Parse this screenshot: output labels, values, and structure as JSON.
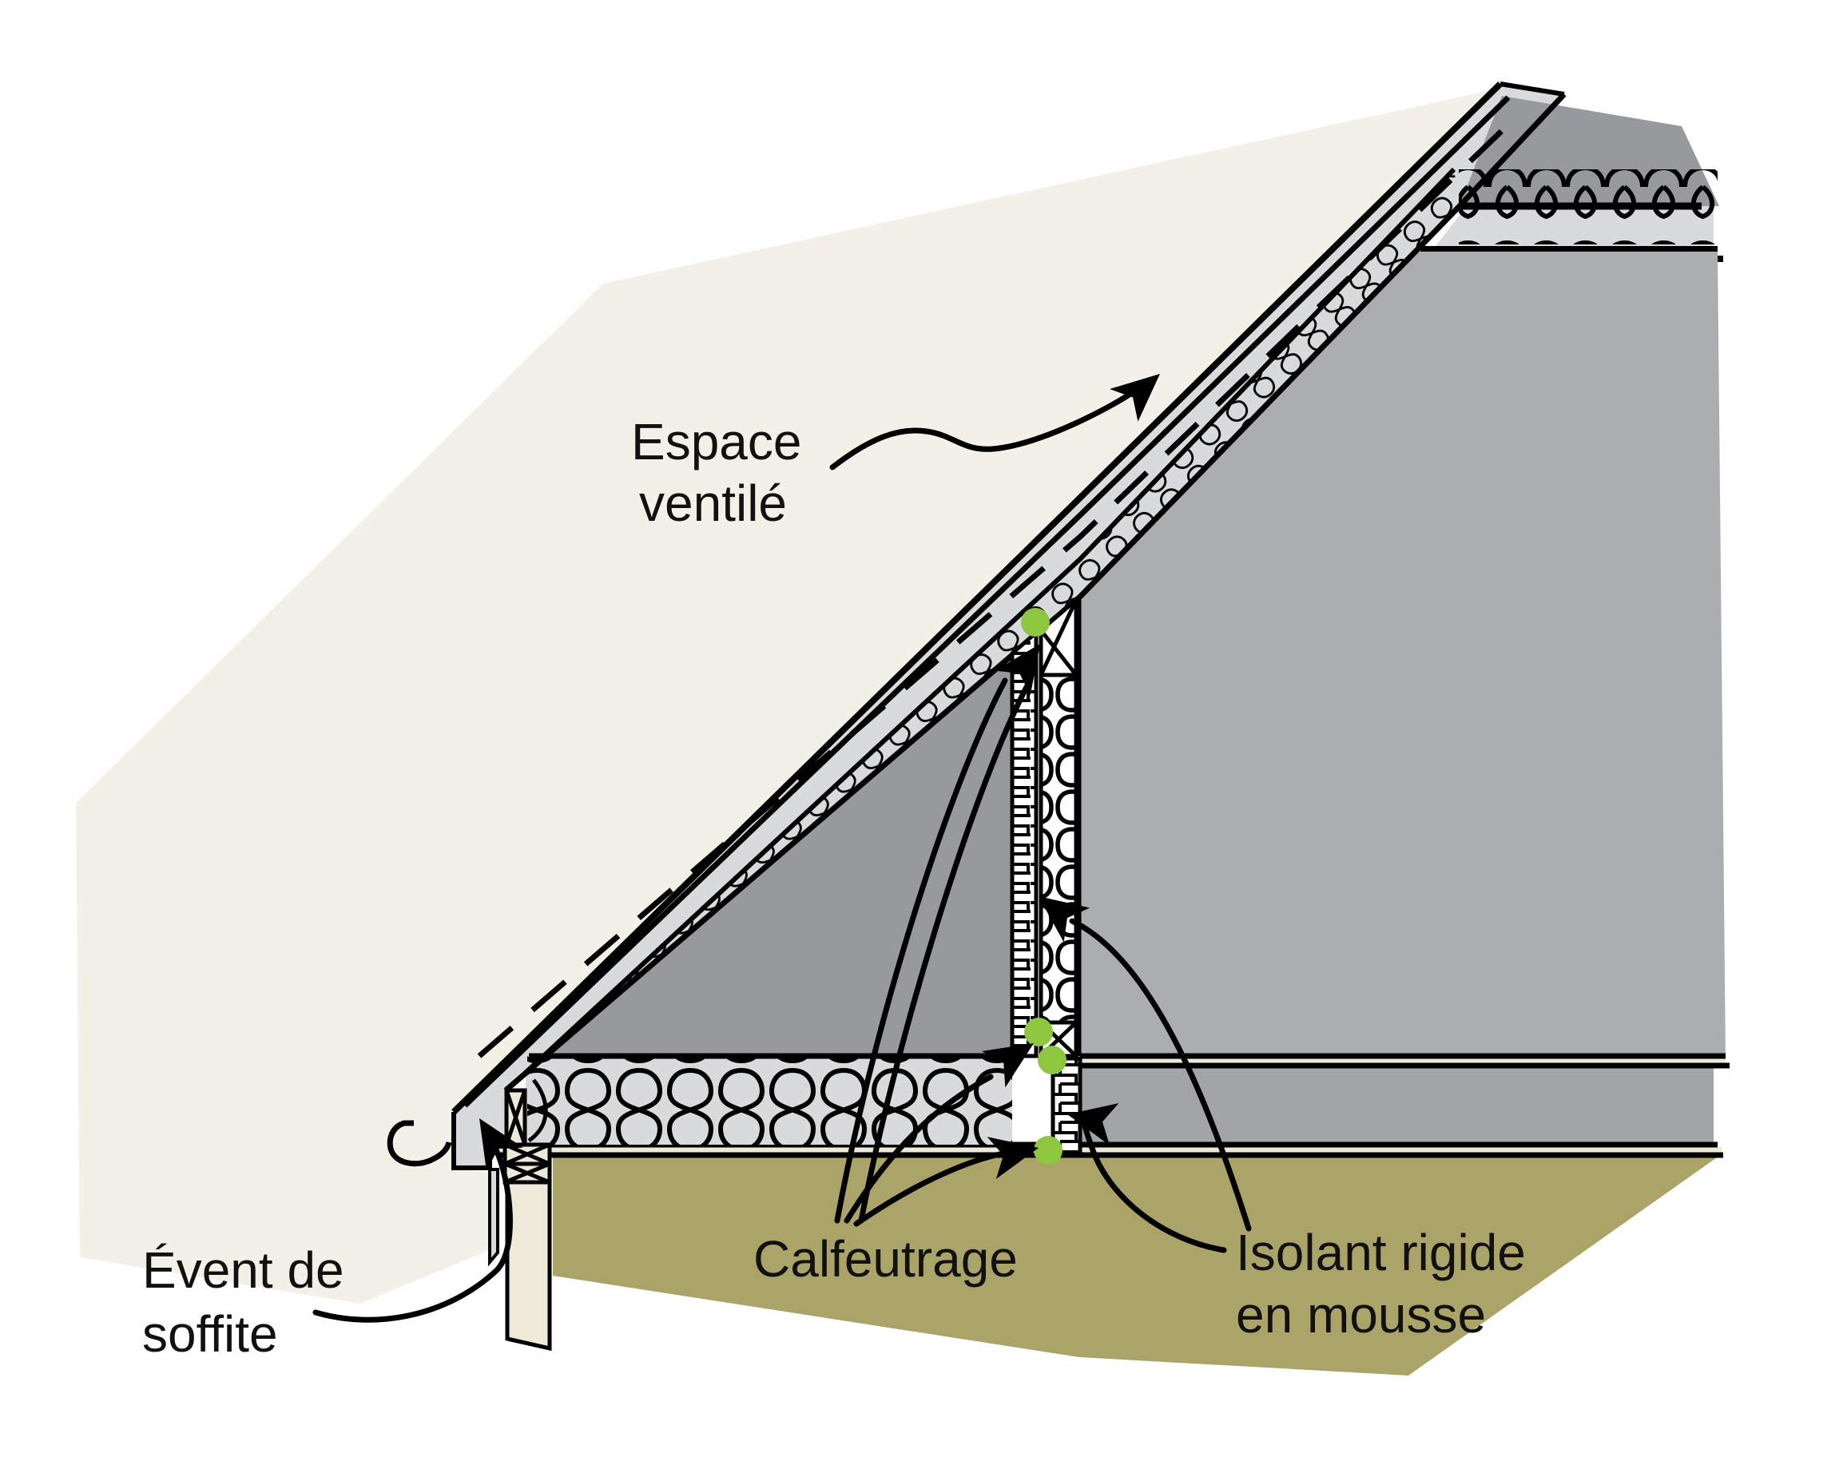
{
  "diagram": {
    "title": "Attic knee wall insulation and ventilation detail",
    "labels": {
      "ventilated_space_line1": "Espace",
      "ventilated_space_line2": "ventilé",
      "soffit_vent_line1": "Évent de",
      "soffit_vent_line2": "soffite",
      "caulking": "Calfeutrage",
      "rigid_foam_line1": "Isolant rigide",
      "rigid_foam_line2": "en mousse"
    },
    "colors": {
      "background": "#ffffff",
      "sky_cream": "#F2F0E7",
      "roof_band_gray": "#D8DADC",
      "attic_dark_gray": "#97999C",
      "room_gray": "#ABADB0",
      "joist_gray": "#A2A4A7",
      "olive_floor": "#ABA469",
      "wall_cream": "#EDE8D7",
      "caulk_green": "#8DC63F",
      "line_black": "#000000"
    },
    "markers": {
      "caulk_points_count": 4,
      "arrow_count": 7
    }
  }
}
